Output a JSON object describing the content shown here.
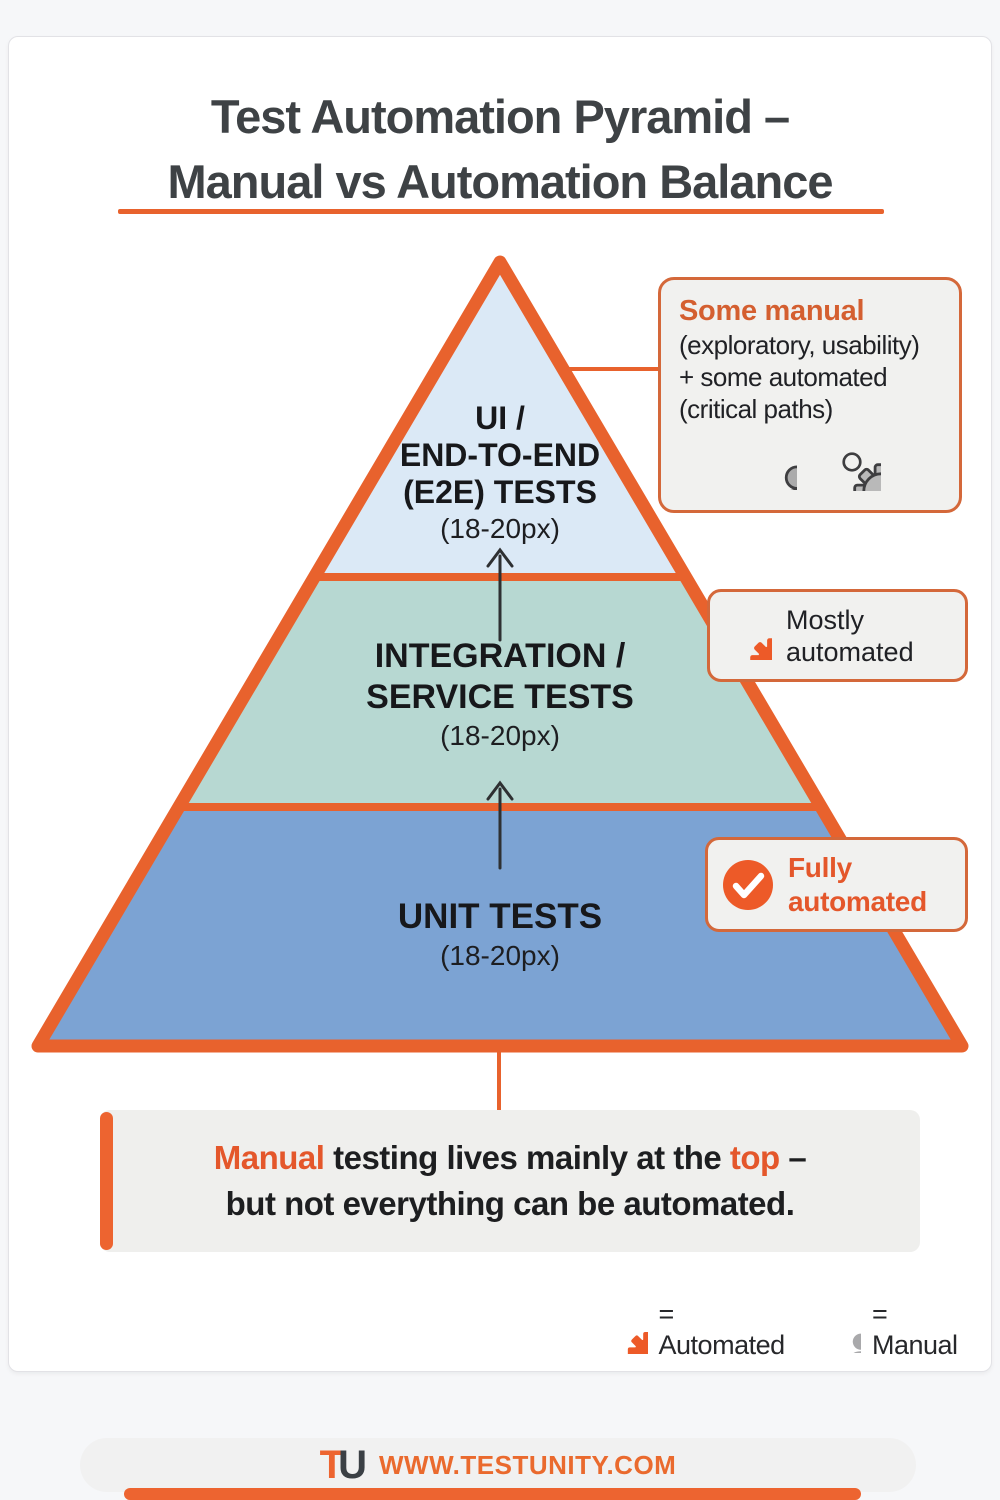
{
  "title": {
    "line1": "Test Automation Pyramid –",
    "line2": "Manual vs Automation Balance"
  },
  "pyramid": {
    "top_level": {
      "label_line1": "UI /",
      "label_line2": "END-TO-END",
      "label_line3": "(E2E) TESTS",
      "size_note": "(18-20px)"
    },
    "middle_level": {
      "label_line1": "INTEGRATION /",
      "label_line2": "SERVICE TESTS",
      "size_note": "(18-20px)"
    },
    "bottom_level": {
      "label_line1": "UNIT TESTS",
      "size_note": "(18-20px)"
    }
  },
  "callouts": {
    "top": {
      "heading": "Some manual",
      "line1": "(exploratory, usability)",
      "line2": "+ some automated",
      "line3": "(critical paths)",
      "icons": [
        "person-icon",
        "gear-icon"
      ]
    },
    "middle": {
      "label": "Mostly automated",
      "icon": "gear-icon"
    },
    "bottom": {
      "label": "Fully automated",
      "icon": "check-circle-icon"
    }
  },
  "note_banner": {
    "line1_part1": "Manual",
    "line1_part2": " testing lives mainly at the ",
    "line1_part3": "top",
    "line1_part4": " –",
    "line2": "but not everything can be automated."
  },
  "legend": {
    "automated_icon": "gear-icon",
    "automated_label": "= Automated",
    "manual_icon": "person-icon",
    "manual_label": "= Manual"
  },
  "footer": {
    "logo_text_t": "T",
    "logo_text_u": "U",
    "website": "WWW.TESTUNITY.COM"
  },
  "colors": {
    "accent_orange": "#ED6430",
    "pyramid_border": "#E8622D",
    "level_top_fill": "#DBE9F6",
    "level_middle_fill": "#B7D8D2",
    "level_bottom_fill": "#7CA3D3",
    "heading_text": "#3E4245",
    "body_text": "#1F2023",
    "callout_bg": "#F1F1EF",
    "banner_bg": "#EFEFED",
    "card_bg": "#FFFFFF",
    "page_bg": "#F6F7F9",
    "icon_gray": "#ABABAB"
  }
}
